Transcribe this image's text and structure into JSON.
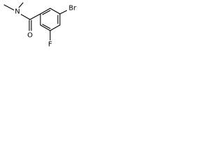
{
  "molecule": {
    "atoms": {
      "oxygen": "O",
      "nitrogen": "N",
      "fluorine": "F",
      "bromine": "Br"
    }
  }
}
